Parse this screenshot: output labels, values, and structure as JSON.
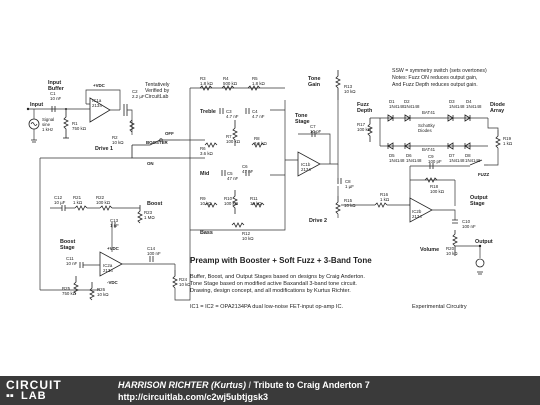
{
  "schematic": {
    "sections": {
      "input_buffer": "Input\nBuffer",
      "input": "Input",
      "signal": "Signal\nsine\n1 kHz",
      "tentative": "Tentatively\nVerified by\nCircuitLab",
      "booster": "BOOSTER",
      "drive1": "Drive 1",
      "drive2": "Drive 2",
      "boost": "Boost",
      "boost_stage": "Boost\nStage",
      "treble": "Treble",
      "mid": "Mid",
      "bass": "Bass",
      "tone_gain": "Tone\nGain",
      "tone_stage": "Tone\nStage",
      "fuzz_depth": "Fuzz\nDepth",
      "schottky": "Schottky\nDiodes",
      "diode_array": "Diode\nArray",
      "output_stage": "Output\nStage",
      "volume": "Volume",
      "output": "Output",
      "off": "OFF",
      "on": "ON",
      "fuzz": "FUZZ",
      "vdc_pos": "+VDC",
      "vdc_neg": "-VDC"
    },
    "notes": [
      "SSW = symmetry switch (sets overtones)",
      "Notes: Fuzz ON reduces output gain,",
      "And Fuzz Depth reduces output gain."
    ],
    "components": {
      "c1": "C1\n10 nF",
      "r1": "R1\n750 kΩ",
      "ic1a": "IC1a\n2134",
      "c2": "C2\n2.2 µF",
      "r2": "R2\n10 kΩ",
      "r3": "R3\n1.8 kΩ",
      "r4": "R4\n500 kΩ",
      "r5": "R5\n1.8 kΩ",
      "c3": "C3\n4.7 nF",
      "c4": "C4\n4.7 nF",
      "r6": "R6\n3.6 kΩ",
      "r7": "R7\n100 kΩ",
      "r8": "R8\n3.6 kΩ",
      "c5": "C5\n47 nF",
      "c6": "C6\n47 nF",
      "r9": "R9\n10 kΩ",
      "r10": "R10\n100 kΩ",
      "r11": "R11\n10 kΩ",
      "r12": "R12\n10 kΩ",
      "r13": "R13\n10 kΩ",
      "ic1b": "IC1b\n2134",
      "c7": "C7\n10 pF",
      "c8": "C8\n1 µF",
      "r15": "R15\n10 kΩ",
      "r16": "R16\n1 kΩ",
      "r17": "R17\n100 kΩ",
      "c9": "C9\n100 pF",
      "r18": "R18\n100 kΩ",
      "ic2b": "IC2b\n2134",
      "c10": "C10\n100 nF",
      "r19": "R19\n1 kΩ",
      "r20": "R20\n10 kΩ",
      "c12": "C12\n10 µF",
      "r21": "R21\n1 kΩ",
      "r22": "R22\n100 kΩ",
      "r23": "R23\n1 MΩ",
      "c13": "C13\n1 nF",
      "c11": "C11\n10 nF",
      "ic2a": "IC2a\n2134",
      "c14": "C14\n100 nF",
      "r24": "R24\n10 kΩ",
      "r25": "R25\n750 kΩ",
      "r26": "R26\n10 kΩ",
      "d1": "D1\n1N4148",
      "d2": "D2\n1N4148",
      "d3": "D3\n1N4148",
      "d4": "D4\n1N4148",
      "d5": "D5\n1N4148",
      "d6": "D6\n1N4148",
      "d7": "D7\n1N4148",
      "d8": "D8\n1N4148",
      "bat1": "BAT41",
      "bat2": "BAT41"
    },
    "title": "Preamp with Booster + Soft Fuzz + 3-Band Tone",
    "description": [
      "Buffer, Boost, and Output Stages based on designs by Craig Anderton.",
      "Tone Stage based on modified active Baxandall 3-band tone circuit.",
      "Drawing, design concept, and all modifications by Kurtus Richter.",
      "",
      "IC1 = IC2 = OPA2134PA dual low-noise FET-input op-amp IC."
    ],
    "experimental": "Experimental Circuitry"
  },
  "footer": {
    "logo_top": "CIRCUIT",
    "logo_bottom": "LAB",
    "author": "HARRISON RICHTER (Kurtus)",
    "separator": "/",
    "doc_title": "Tribute to Craig Anderton 7",
    "url": "http://circuitlab.com/c2wj5ubtjgsk3"
  }
}
